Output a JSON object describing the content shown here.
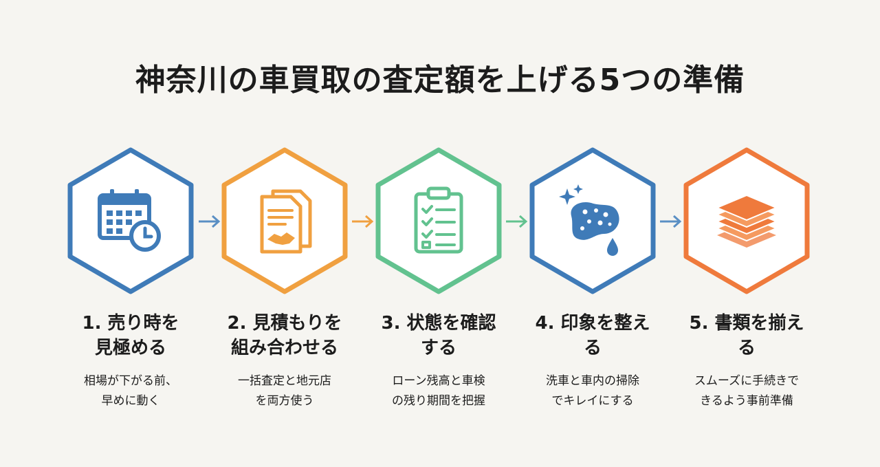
{
  "title": "神奈川の車買取の査定額を上げる5つの準備",
  "steps": [
    {
      "title_line1": "1. 売り時を",
      "title_line2": "見極める",
      "desc_line1": "相場が下がる前、",
      "desc_line2": "早めに動く",
      "color": "#3f7bb8",
      "icon": "calendar-clock-icon"
    },
    {
      "title_line1": "2. 見積もりを",
      "title_line2": "組み合わせる",
      "desc_line1": "一括査定と地元店",
      "desc_line2": "を両方使う",
      "color": "#f0a040",
      "icon": "documents-handshake-icon"
    },
    {
      "title_line1": "3. 状態を確認",
      "title_line2": "する",
      "desc_line1": "ローン残高と車検",
      "desc_line2": "の残り期間を把握",
      "color": "#62c28f",
      "icon": "clipboard-checklist-icon"
    },
    {
      "title_line1": "4. 印象を整え",
      "title_line2": "る",
      "desc_line1": "洗車と車内の掃除",
      "desc_line2": "でキレイにする",
      "color": "#3f7bb8",
      "icon": "sponge-sparkle-icon"
    },
    {
      "title_line1": "5. 書類を揃え",
      "title_line2": "る",
      "desc_line1": "スムーズに手続きで",
      "desc_line2": "きるよう事前準備",
      "color": "#ef7a3c",
      "icon": "document-stack-icon"
    }
  ],
  "arrow_color": "#5a8fc4"
}
